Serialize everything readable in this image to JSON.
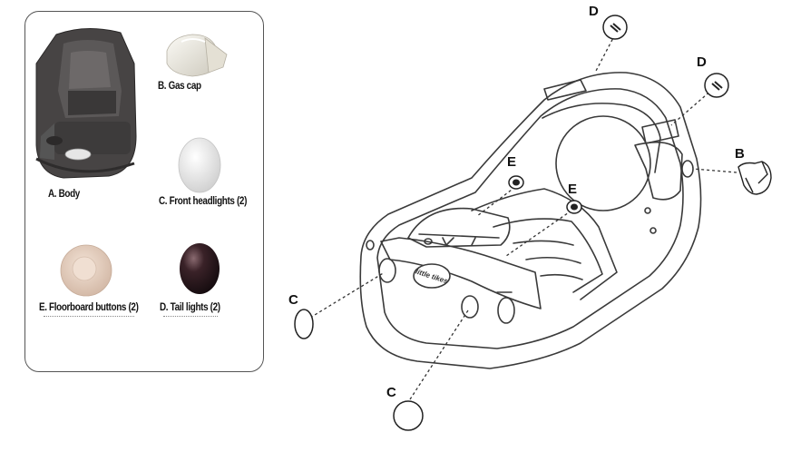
{
  "parts": [
    {
      "key": "body",
      "label": "A. Body"
    },
    {
      "key": "gas_cap",
      "label": "B. Gas cap"
    },
    {
      "key": "front_headlights",
      "label": "C. Front headlights (2)"
    },
    {
      "key": "floorboard_buttons",
      "label": "E. Floorboard buttons (2)"
    },
    {
      "key": "tail_lights",
      "label": "D. Tail lights (2)"
    }
  ],
  "callouts": {
    "d_top": "D",
    "d_right": "D",
    "b": "B",
    "e_left": "E",
    "e_right": "E",
    "c_left": "C",
    "c_bottom": "C"
  },
  "body_logo": "little tikes",
  "colors": {
    "outline": "#3a3a3a",
    "body_dark": "#3f3d3d",
    "gas_cap": "#e9e6dc",
    "headlight": "#ececec",
    "floor_button": "#ead7c8",
    "tail_light": "#2c1c20"
  }
}
